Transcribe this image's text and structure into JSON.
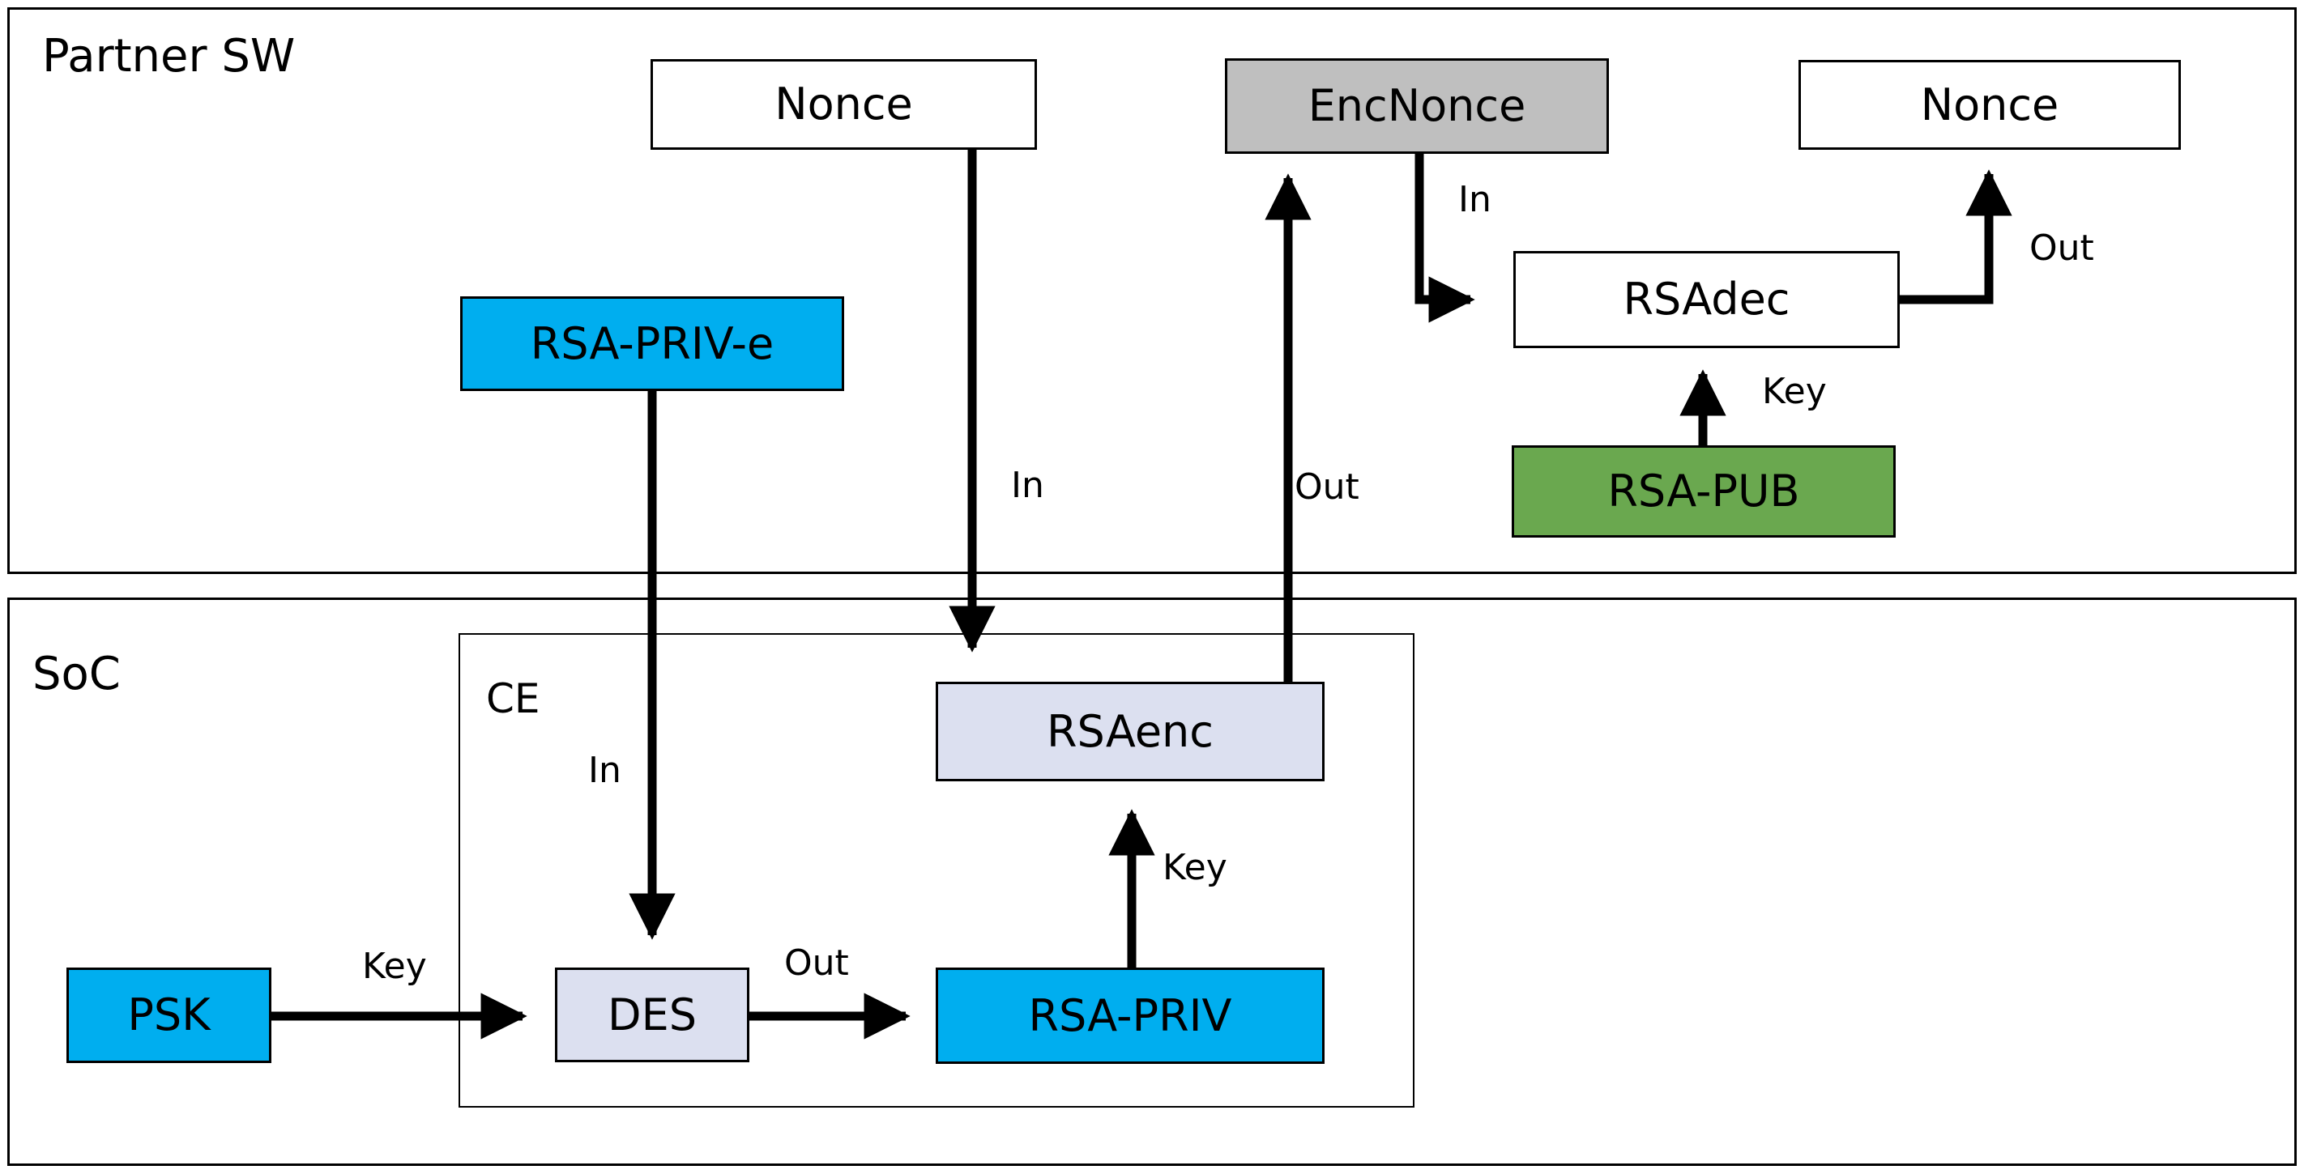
{
  "diagram": {
    "title_hidden": "",
    "colors": {
      "blue": "#00AEEF",
      "green": "#6AA84F",
      "gray": "#BFBFBF",
      "lavender": "#DCE0F0",
      "white": "#FFFFFF",
      "stroke": "#000000"
    },
    "panels": [
      {
        "name": "partner-sw",
        "label": "Partner SW"
      },
      {
        "name": "soc",
        "label": "SoC"
      }
    ],
    "subpanels": [
      {
        "name": "ce",
        "label": "CE"
      }
    ],
    "nodes": [
      {
        "id": "nonce-left",
        "label": "Nonce",
        "fill": "white"
      },
      {
        "id": "encnonce",
        "label": "EncNonce",
        "fill": "gray"
      },
      {
        "id": "nonce-right",
        "label": "Nonce",
        "fill": "white"
      },
      {
        "id": "rsa-priv-e",
        "label": "RSA-PRIV-e",
        "fill": "blue"
      },
      {
        "id": "rsadec",
        "label": "RSAdec",
        "fill": "white"
      },
      {
        "id": "rsa-pub",
        "label": "RSA-PUB",
        "fill": "green"
      },
      {
        "id": "rsaenc",
        "label": "RSAenc",
        "fill": "lavender"
      },
      {
        "id": "psk",
        "label": "PSK",
        "fill": "blue"
      },
      {
        "id": "des",
        "label": "DES",
        "fill": "lavender"
      },
      {
        "id": "rsa-priv",
        "label": "RSA-PRIV",
        "fill": "blue"
      }
    ],
    "edge_labels": [
      {
        "id": "encnonce-to-rsadec",
        "label": "In"
      },
      {
        "id": "rsadec-to-nonce",
        "label": "Out"
      },
      {
        "id": "rsapub-to-rsadec",
        "label": "Key"
      },
      {
        "id": "nonce-to-rsaenc",
        "label": "In"
      },
      {
        "id": "rsaenc-to-encnonce",
        "label": "Out"
      },
      {
        "id": "rsaprive-to-des",
        "label": "In"
      },
      {
        "id": "psk-to-des",
        "label": "Key"
      },
      {
        "id": "des-to-rsapriv",
        "label": "Out"
      },
      {
        "id": "rsapriv-to-rsaenc",
        "label": "Key"
      }
    ]
  }
}
